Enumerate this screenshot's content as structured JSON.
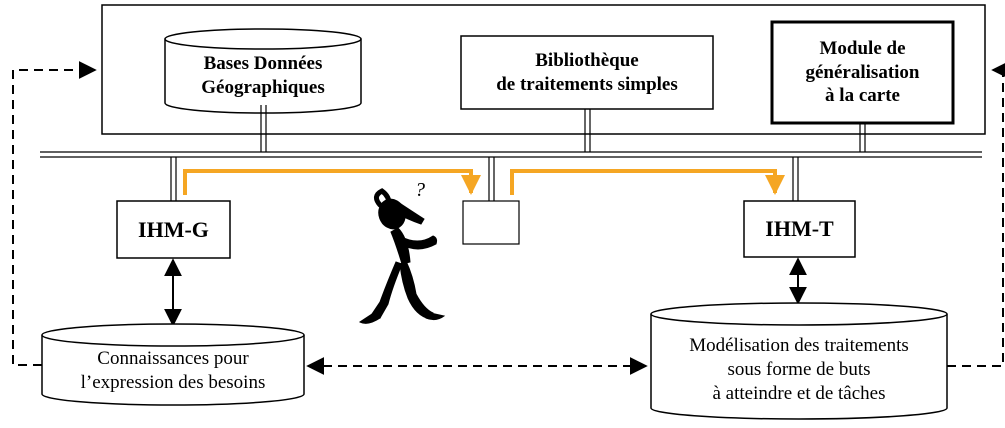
{
  "boxes": {
    "bases_donnees": "Bases Données\nGéographiques",
    "bibliotheque": "Bibliothèque\nde traitements simples",
    "module": "Module de\ngénéralisation\nà la carte",
    "ihm_g": "IHM-G",
    "ihm_t": "IHM-T",
    "connaissances": "Connaissances pour\nl’expression des besoins",
    "modelisation": "Modélisation des traitements\nsous forme de buts\nà atteindre et de tâches"
  },
  "figure": {
    "thought_mark": "?"
  },
  "colors": {
    "flow_arrow": "#F5A623",
    "line": "#000000",
    "background": "#FFFFFF"
  }
}
